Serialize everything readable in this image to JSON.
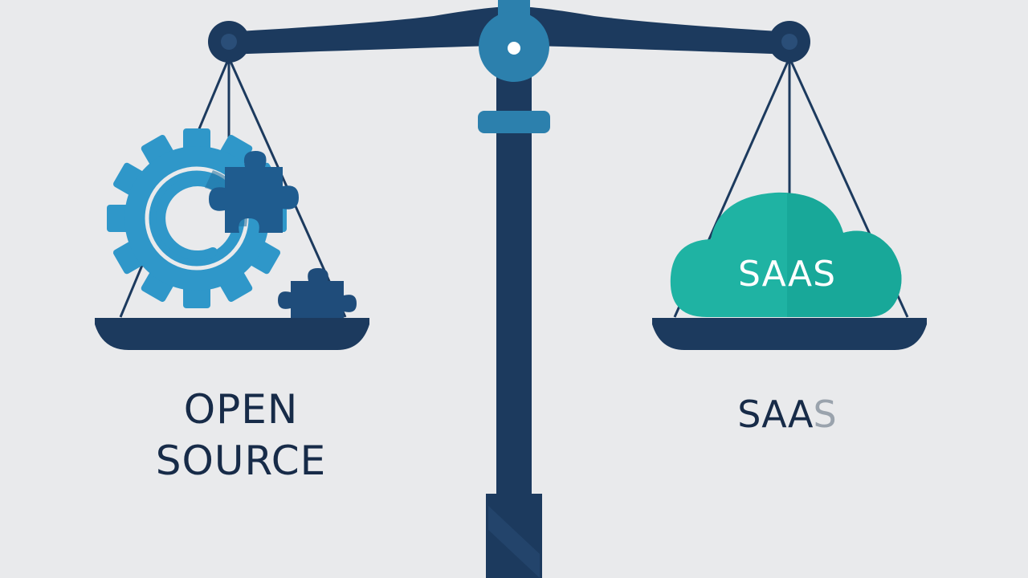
{
  "left_pan": {
    "label_line1": "OPEN",
    "label_line2": "SOURCE"
  },
  "right_pan": {
    "cloud_text": "SAAS",
    "label_main": "SAA",
    "label_faded": "S"
  },
  "colors": {
    "background": "#e9eaec",
    "navy": "#1c3a5e",
    "dark_text": "#172b48",
    "gear_blue": "#2f97c9",
    "teal_cloud": "#1fb3a3",
    "pivot_blue": "#2c80ad"
  },
  "icons": [
    "gear-icon",
    "puzzle-piece-icon",
    "cloud-icon"
  ]
}
